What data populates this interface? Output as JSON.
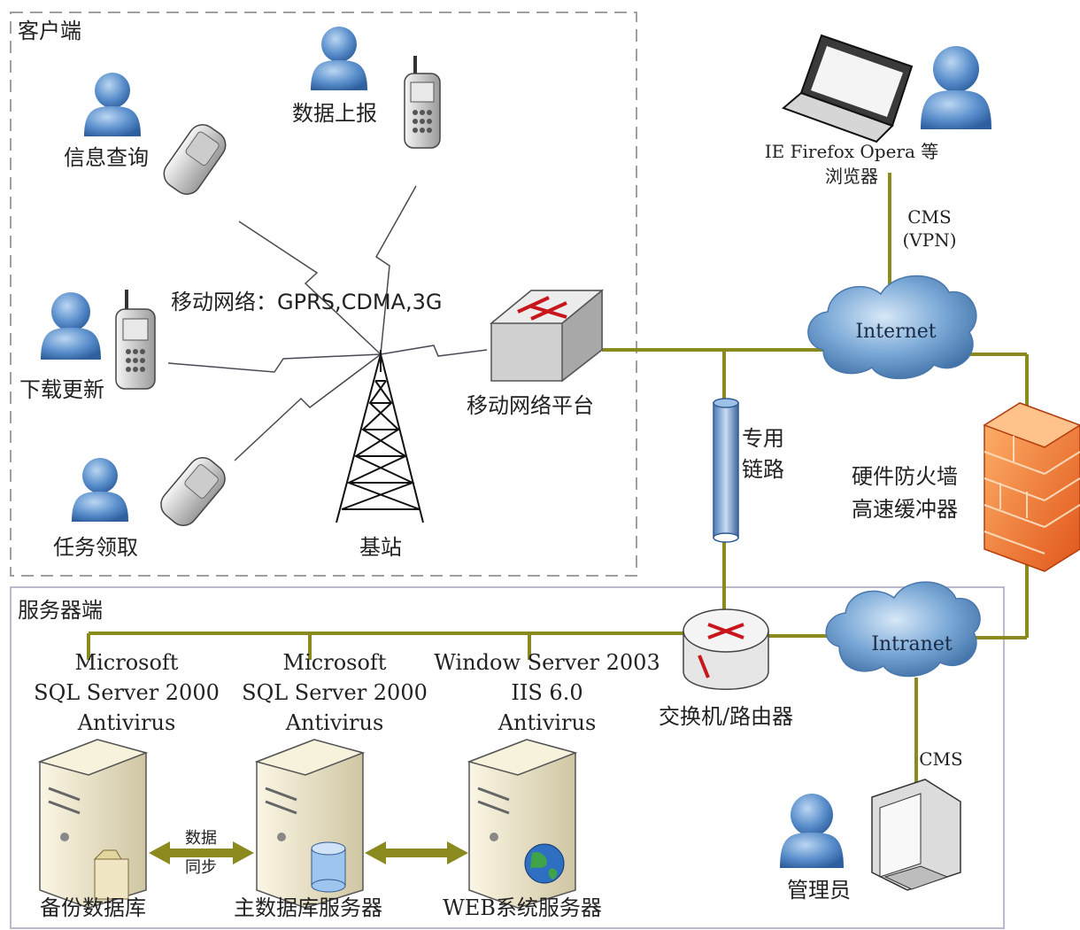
{
  "regions": {
    "client": "客户端",
    "server": "服务器端"
  },
  "clients": {
    "query": "信息查询",
    "report": "数据上报",
    "update": "下载更新",
    "task": "任务领取"
  },
  "mobile_network": "移动网络：GPRS,CDMA,3G",
  "base_station": "基站",
  "mobile_platform": "移动网络平台",
  "browser": {
    "line1": "IE Firefox Opera 等",
    "line2": "浏览器"
  },
  "cms_vpn": {
    "line1": "CMS",
    "line2": "(VPN)"
  },
  "internet": "Internet",
  "intranet": "Intranet",
  "dedicated_link": {
    "line1": "专用",
    "line2": "链路"
  },
  "firewall": {
    "line1": "硬件防火墙",
    "line2": "高速缓冲器"
  },
  "switch_router": "交换机/路由器",
  "cms": "CMS",
  "admin": "管理员",
  "servers": [
    {
      "line1": "Microsoft",
      "line2": "SQL Server 2000",
      "line3": "Antivirus",
      "name": "备份数据库"
    },
    {
      "line1": "Microsoft",
      "line2": "SQL Server 2000",
      "line3": "Antivirus",
      "name": "主数据库服务器"
    },
    {
      "line1": "Window Server 2003",
      "line2": "IIS 6.0",
      "line3": "Antivirus",
      "name": "WEB系统服务器"
    }
  ],
  "data_sync": {
    "line1": "数据",
    "line2": "同步"
  },
  "colors": {
    "link": "#8a8a1e",
    "person": "#4f86c6",
    "cloud": "#6e9fd0",
    "firewall": "#f07a2a",
    "router": "#c8161d",
    "dashed": "#a0a0a0"
  }
}
